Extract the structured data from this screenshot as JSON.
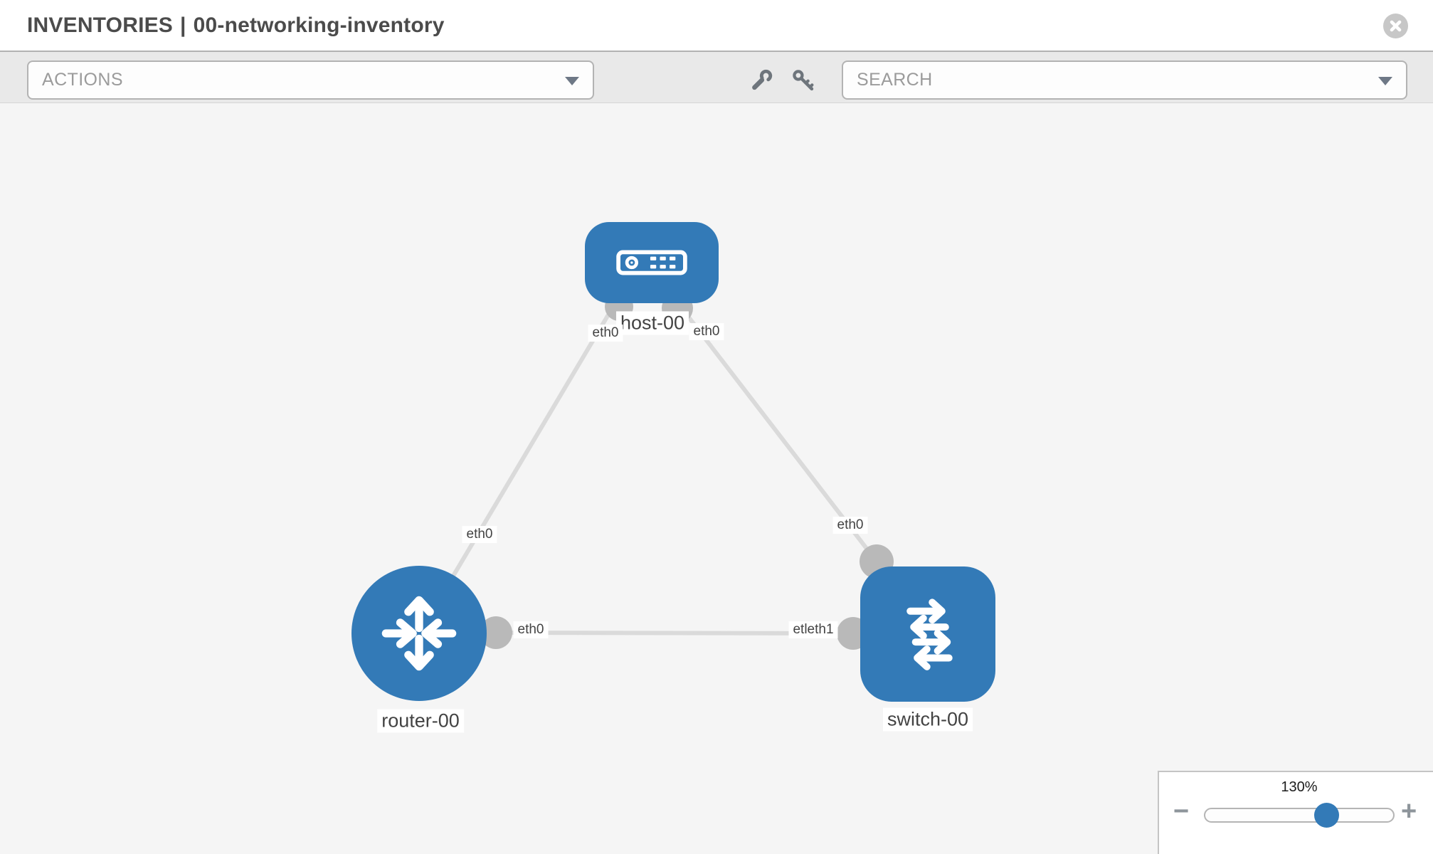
{
  "header": {
    "title": "INVENTORIES",
    "separator": "|",
    "inventory_name": "00-networking-inventory",
    "close_icon": "x-circle"
  },
  "toolbar": {
    "actions_label": "ACTIONS",
    "search_label": "SEARCH",
    "icons": [
      "wrench-icon",
      "key-icon"
    ]
  },
  "graph": {
    "nodes": [
      {
        "id": "host-00",
        "label": "host-00",
        "type": "host",
        "shape": "rounded-rect",
        "color": "#337ab7",
        "icon": "server-icon"
      },
      {
        "id": "router-00",
        "label": "router-00",
        "type": "router",
        "shape": "circle",
        "color": "#337ab7",
        "icon": "router-arrows-icon"
      },
      {
        "id": "switch-00",
        "label": "switch-00",
        "type": "switch",
        "shape": "rounded-square",
        "color": "#337ab7",
        "icon": "switch-arrows-icon"
      }
    ],
    "links": [
      {
        "source": "router-00",
        "target": "host-00",
        "source_label": "eth0",
        "target_label": "eth0"
      },
      {
        "source": "host-00",
        "target": "switch-00",
        "source_label": "eth0",
        "target_label": "eth0"
      },
      {
        "source": "router-00",
        "target": "switch-00",
        "source_label": "eth0",
        "target_label": "etleth1"
      }
    ],
    "colors": {
      "node_fill": "#337ab7",
      "edge": "#dadada",
      "connector": "#b9b9b9",
      "canvas_bg": "#f5f5f5"
    }
  },
  "zoom_control": {
    "value": "130%",
    "minus_label": "−",
    "plus_label": "+"
  }
}
